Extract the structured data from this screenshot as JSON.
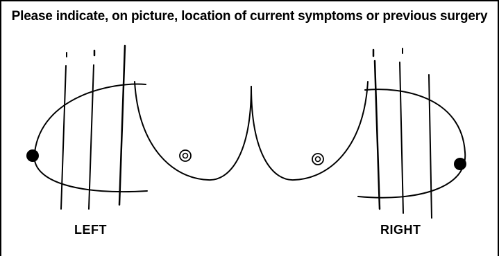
{
  "form": {
    "instruction": "Please indicate, on picture, location of current symptoms or previous surgery",
    "left_label": "LEFT",
    "right_label": "RIGHT"
  },
  "colors": {
    "ink": "#000000",
    "background": "#ffffff"
  }
}
